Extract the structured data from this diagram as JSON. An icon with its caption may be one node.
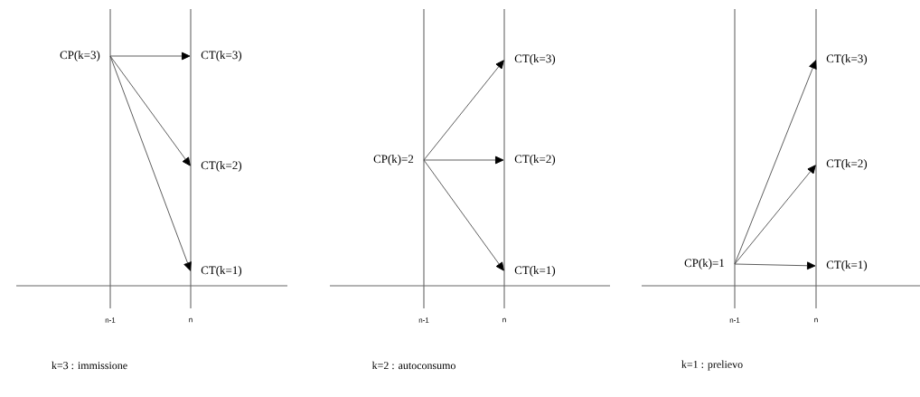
{
  "diagram": {
    "nodes": [
      {
        "text": [
          "CP(k=3)"
        ]
      },
      {
        "text": [
          "CT(k=3)"
        ]
      },
      {
        "text": [
          "CT(k=2)"
        ]
      },
      {
        "text": [
          "CT(k=1)"
        ]
      },
      {
        "text": [
          "CT(k=3)"
        ]
      },
      {
        "text": [
          "CP(k)=2"
        ]
      },
      {
        "text": [
          "CT(k=2)"
        ]
      },
      {
        "text": [
          "CT(k=1)"
        ]
      },
      {
        "text": [
          "CT(k=3)"
        ]
      },
      {
        "text": [
          "CT(k=2)"
        ]
      },
      {
        "text": [
          "CP(k)=1"
        ]
      },
      {
        "text": [
          "CT(k=1)"
        ]
      }
    ],
    "edges": [
      {
        "from": 0,
        "to": 1,
        "arrow": "to"
      },
      {
        "from": 0,
        "to": 2,
        "arrow": "to"
      },
      {
        "from": 0,
        "to": 3,
        "arrow": "to"
      },
      {
        "from": 5,
        "to": 4,
        "arrow": "to"
      },
      {
        "from": 5,
        "to": 6,
        "arrow": "to"
      },
      {
        "from": 5,
        "to": 7,
        "arrow": "to"
      },
      {
        "from": 10,
        "to": 8,
        "arrow": "to"
      },
      {
        "from": 10,
        "to": 9,
        "arrow": "to"
      },
      {
        "from": 10,
        "to": 11,
        "arrow": "to"
      }
    ],
    "labels": [
      "n-1",
      "n",
      "n-1",
      "n",
      "n-1",
      "n",
      "k=3 : immissione",
      "k=2 : autoconsumo",
      "k=1 : prelievo"
    ]
  }
}
